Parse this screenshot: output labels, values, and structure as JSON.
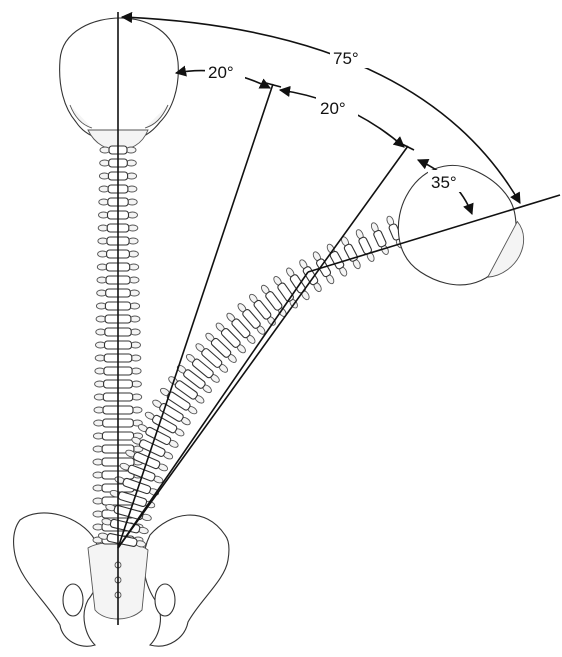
{
  "figure": {
    "angles": [
      {
        "id": "upper-third",
        "label": "20°",
        "value_deg": 20
      },
      {
        "id": "middle-third",
        "label": "20°",
        "value_deg": 20
      },
      {
        "id": "head-segment",
        "label": "35°",
        "value_deg": 35
      },
      {
        "id": "total",
        "label": "75°",
        "value_deg": 75
      }
    ],
    "colors": {
      "line": "#111111",
      "bone_outline": "#333333",
      "background": "#ffffff"
    }
  }
}
